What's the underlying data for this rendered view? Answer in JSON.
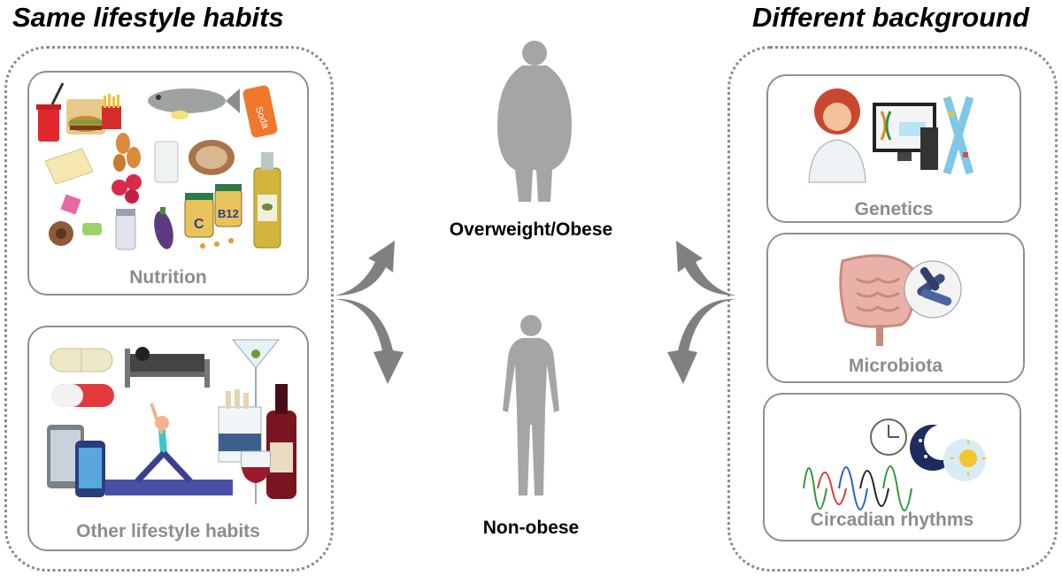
{
  "left_heading": "Same lifestyle habits",
  "right_heading": "Different background",
  "lifestyle_cards": [
    {
      "label": "Nutrition"
    },
    {
      "label": "Other lifestyle habits"
    }
  ],
  "background_cards": [
    {
      "label": "Genetics"
    },
    {
      "label": "Microbiota"
    },
    {
      "label": "Circadian rhythms"
    }
  ],
  "outcomes": {
    "top": "Overweight/Obese",
    "bottom": "Non-obese"
  },
  "icon_texts": {
    "soda": "Soda",
    "vitamin_c": "C",
    "vitamin_b12": "B12"
  }
}
